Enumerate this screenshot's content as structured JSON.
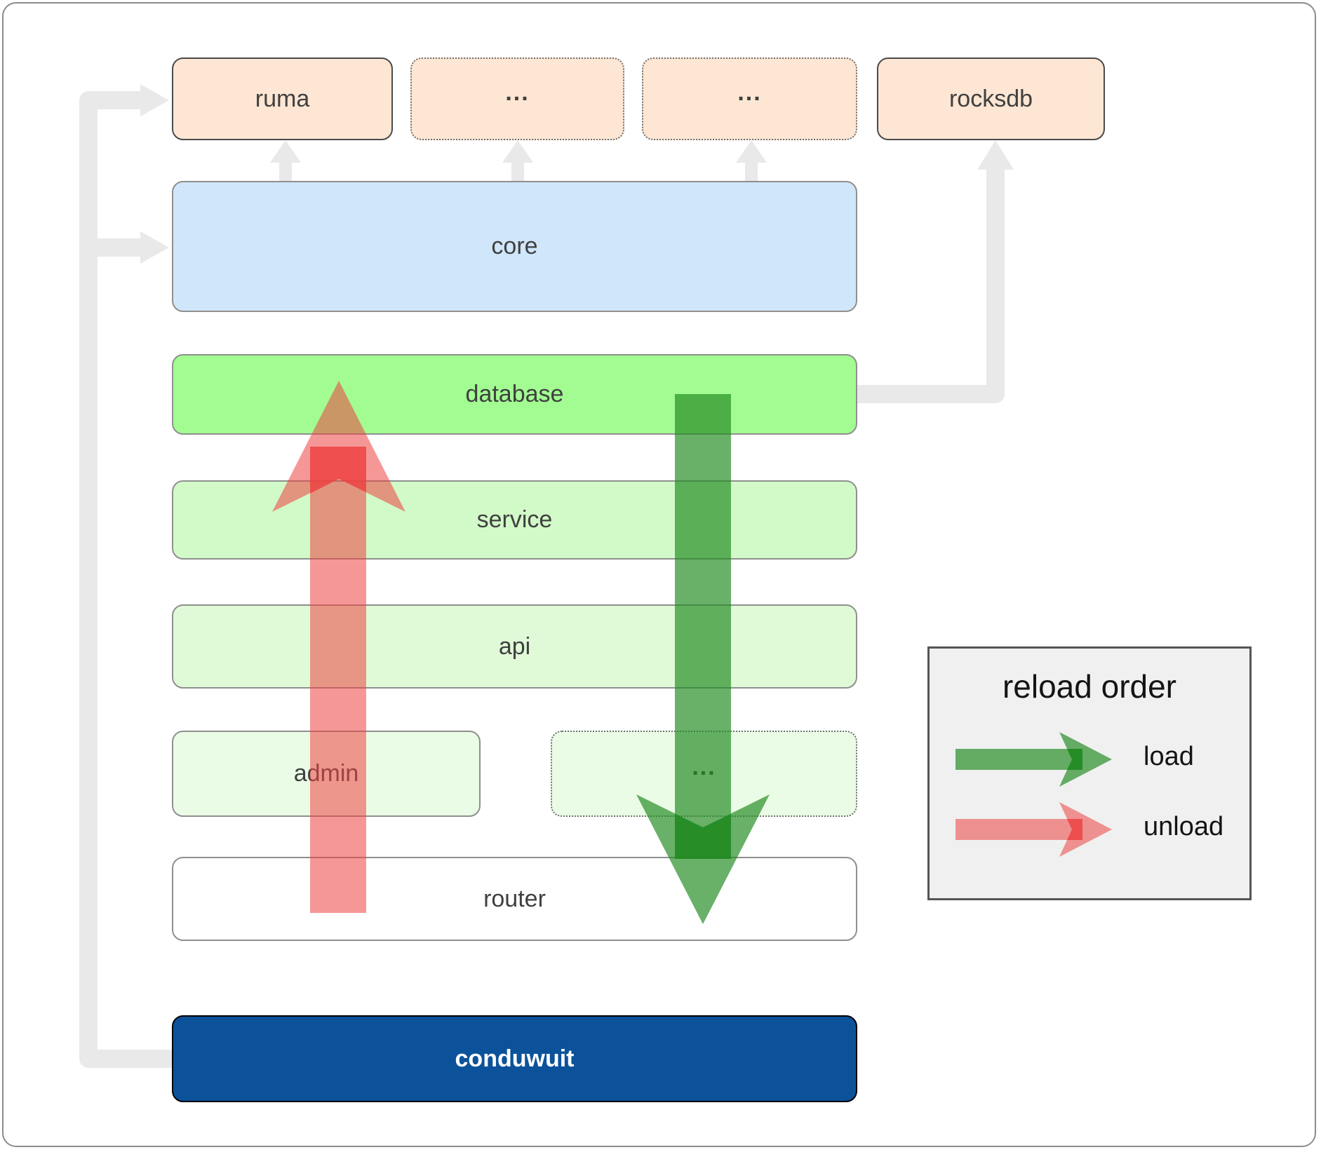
{
  "diagram": {
    "title_context": "conduwuit crate architecture with reload order",
    "nodes": {
      "ruma": {
        "label": "ruma"
      },
      "crate_ellipsis_1": {
        "label": "..."
      },
      "crate_ellipsis_2": {
        "label": "..."
      },
      "rocksdb": {
        "label": "rocksdb"
      },
      "core": {
        "label": "core"
      },
      "database": {
        "label": "database"
      },
      "service": {
        "label": "service"
      },
      "api": {
        "label": "api"
      },
      "admin": {
        "label": "admin"
      },
      "service_ellipsis": {
        "label": "..."
      },
      "router": {
        "label": "router"
      },
      "conduwuit": {
        "label": "conduwuit"
      }
    },
    "legend": {
      "title": "reload order",
      "items": [
        {
          "label": "load",
          "color": "#228b22"
        },
        {
          "label": "unload",
          "color": "#ed4141"
        }
      ]
    },
    "colors": {
      "crate_box_fill": "#fde6d3",
      "core_fill": "#d0e6fa",
      "database_fill": "#a2fc92",
      "service_fill": "#d2fac8",
      "api_fill": "#e0fad8",
      "admin_fill": "#ebfce6",
      "router_fill": "#ffffff",
      "conduwuit_fill": "#0c529b",
      "load_arrow": "#228b22",
      "unload_arrow": "#ed4141",
      "connector_gray": "#e9e9e9",
      "legend_bg": "#f0f0f0"
    }
  }
}
